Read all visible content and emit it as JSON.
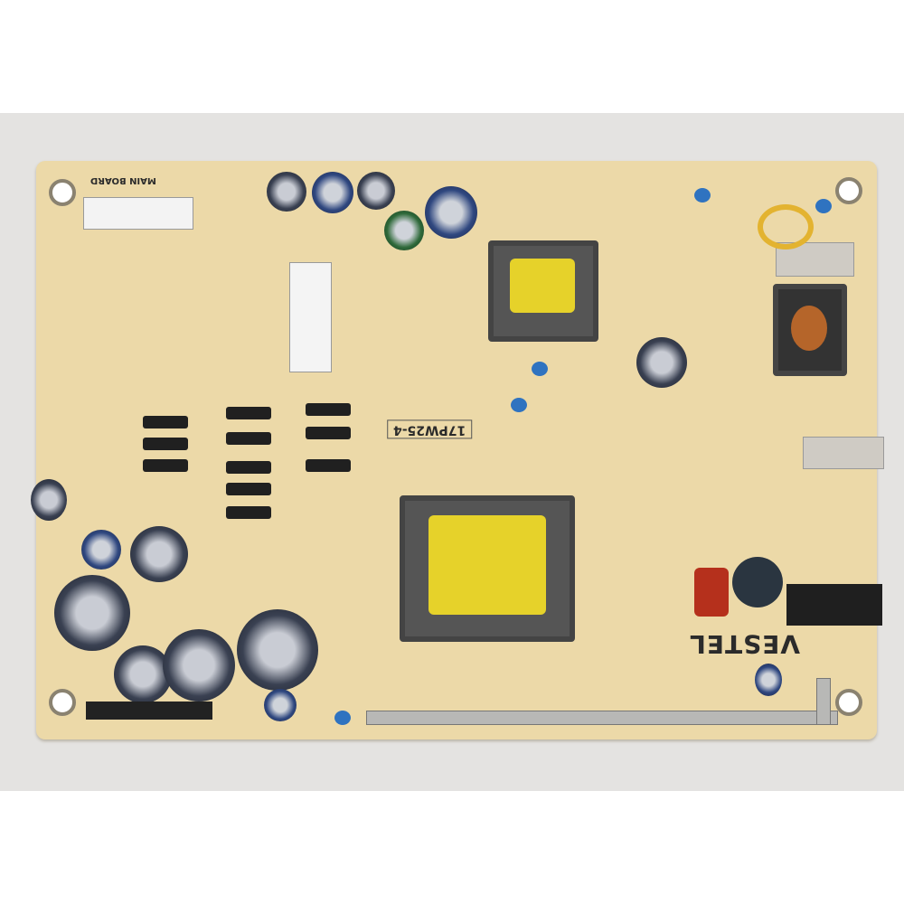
{
  "board": {
    "brand": "VESTEL",
    "model": "17PW25-4",
    "connector_label": "MAIN BOARD"
  },
  "colors": {
    "pcb": "#ecd9a8",
    "transformer_tape": "#e6d22a",
    "background": "#e4e3e1"
  }
}
